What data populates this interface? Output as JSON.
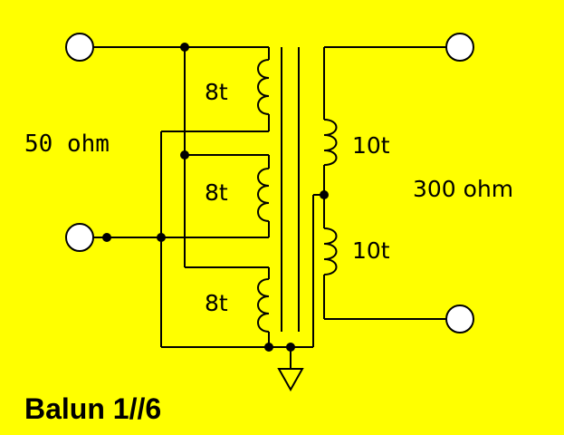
{
  "diagram": {
    "title": "Balun 1//6",
    "input_impedance": "50 ohm",
    "output_impedance": "300 ohm",
    "primary_windings": [
      "8t",
      "8t",
      "8t"
    ],
    "secondary_windings": [
      "10t",
      "10t"
    ],
    "colors": {
      "background": "#ffff00",
      "lines": "#000000",
      "terminals": "#ffffff"
    }
  }
}
